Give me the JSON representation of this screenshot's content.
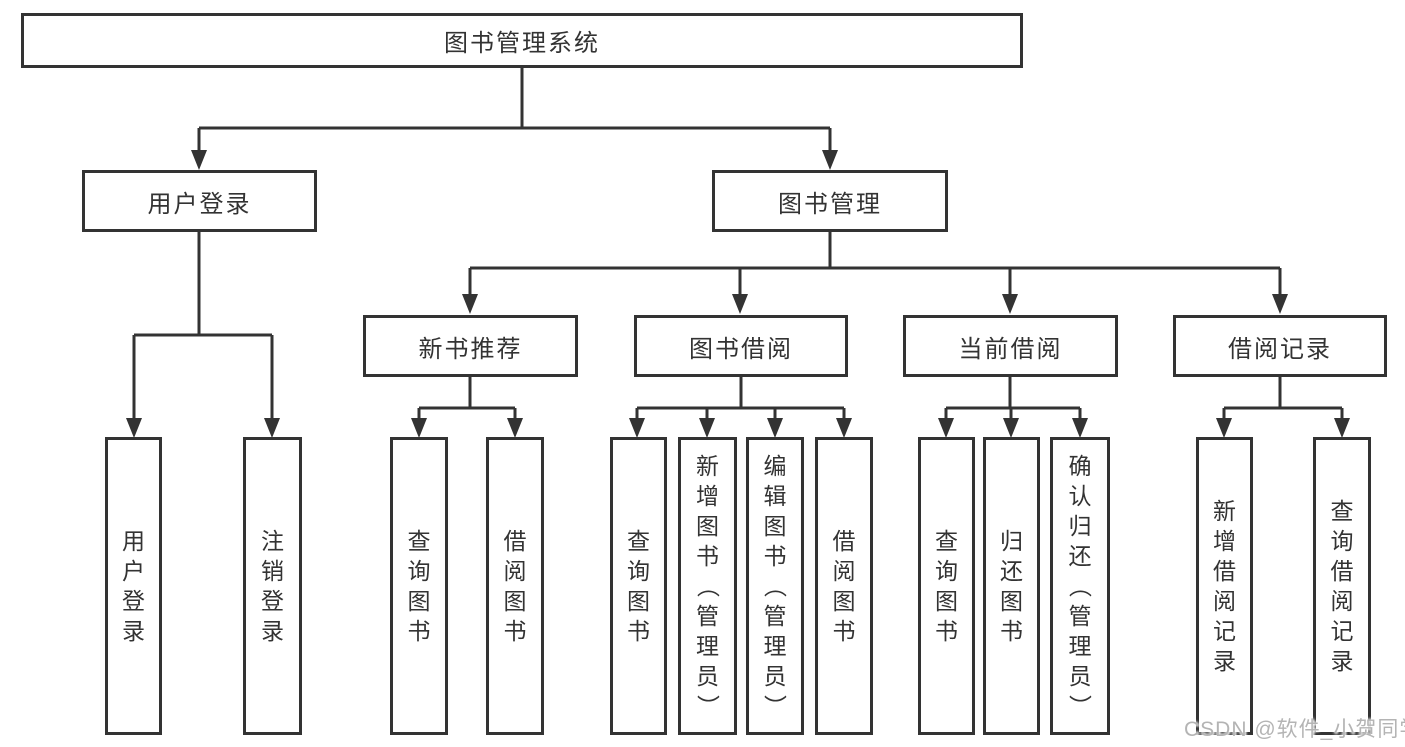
{
  "tree": {
    "label": "图书管理系统",
    "children": [
      {
        "label": "用户登录",
        "children": [
          {
            "label": "用户登录"
          },
          {
            "label": "注销登录"
          }
        ]
      },
      {
        "label": "图书管理",
        "children": [
          {
            "label": "新书推荐",
            "children": [
              {
                "label": "查询图书"
              },
              {
                "label": "借阅图书"
              }
            ]
          },
          {
            "label": "图书借阅",
            "children": [
              {
                "label": "查询图书"
              },
              {
                "label": "新增图书（管理员）"
              },
              {
                "label": "编辑图书（管理员）"
              },
              {
                "label": "借阅图书"
              }
            ]
          },
          {
            "label": "当前借阅",
            "children": [
              {
                "label": "查询图书"
              },
              {
                "label": "归还图书"
              },
              {
                "label": "确认归还（管理员）"
              }
            ]
          },
          {
            "label": "借阅记录",
            "children": [
              {
                "label": "新增借阅记录"
              },
              {
                "label": "查询借阅记录"
              }
            ]
          }
        ]
      }
    ]
  },
  "watermark": "CSDN @软件_小贺同学",
  "colors": {
    "line": "#333333",
    "box_border": "#333333",
    "text": "#333333",
    "background": "#ffffff",
    "watermark": "#b4b4b4"
  }
}
